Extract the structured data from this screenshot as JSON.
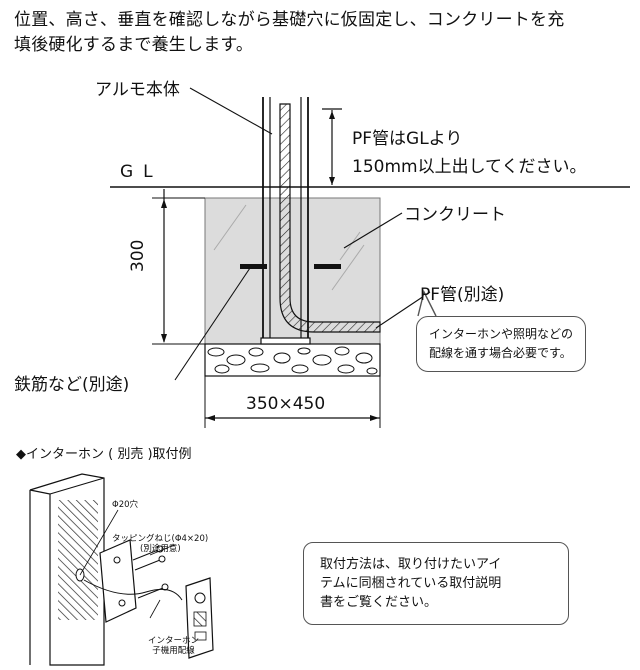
{
  "intro": {
    "line1": "位置、高さ、垂直を確認しながら基礎穴に仮固定し、コンクリートを充",
    "line2": "填後硬化するまで養生します。"
  },
  "diagram": {
    "aluminum_body": "アルモ本体",
    "pf_note_line1": "PF管はGLより",
    "pf_note_line2": "150mm以上出してください。",
    "gl": "GL",
    "concrete": "コンクリート",
    "depth": "300",
    "pf_pipe": "PF管(別途)",
    "rebar": "鉄筋など(別途)",
    "size": "350×450",
    "bubble_line1": "インターホンや照明などの",
    "bubble_line2": "配線を通す場合必要です。"
  },
  "example": {
    "title": "◆インターホン ( 別売 )取付例",
    "hole": "Φ20穴",
    "screw_line1": "タッピングねじ(Φ4×20)",
    "screw_line2": "(別途用意)",
    "wiring_line1": "インターホン",
    "wiring_line2": "子機用配線",
    "info_line1": "取付方法は、取り付けたいアイ",
    "info_line2": "テムに同梱されている取付説明",
    "info_line3": "書をご覧ください。"
  },
  "colors": {
    "concrete": "#dcdcdc",
    "line": "#111111",
    "bubble_border": "#555555"
  }
}
